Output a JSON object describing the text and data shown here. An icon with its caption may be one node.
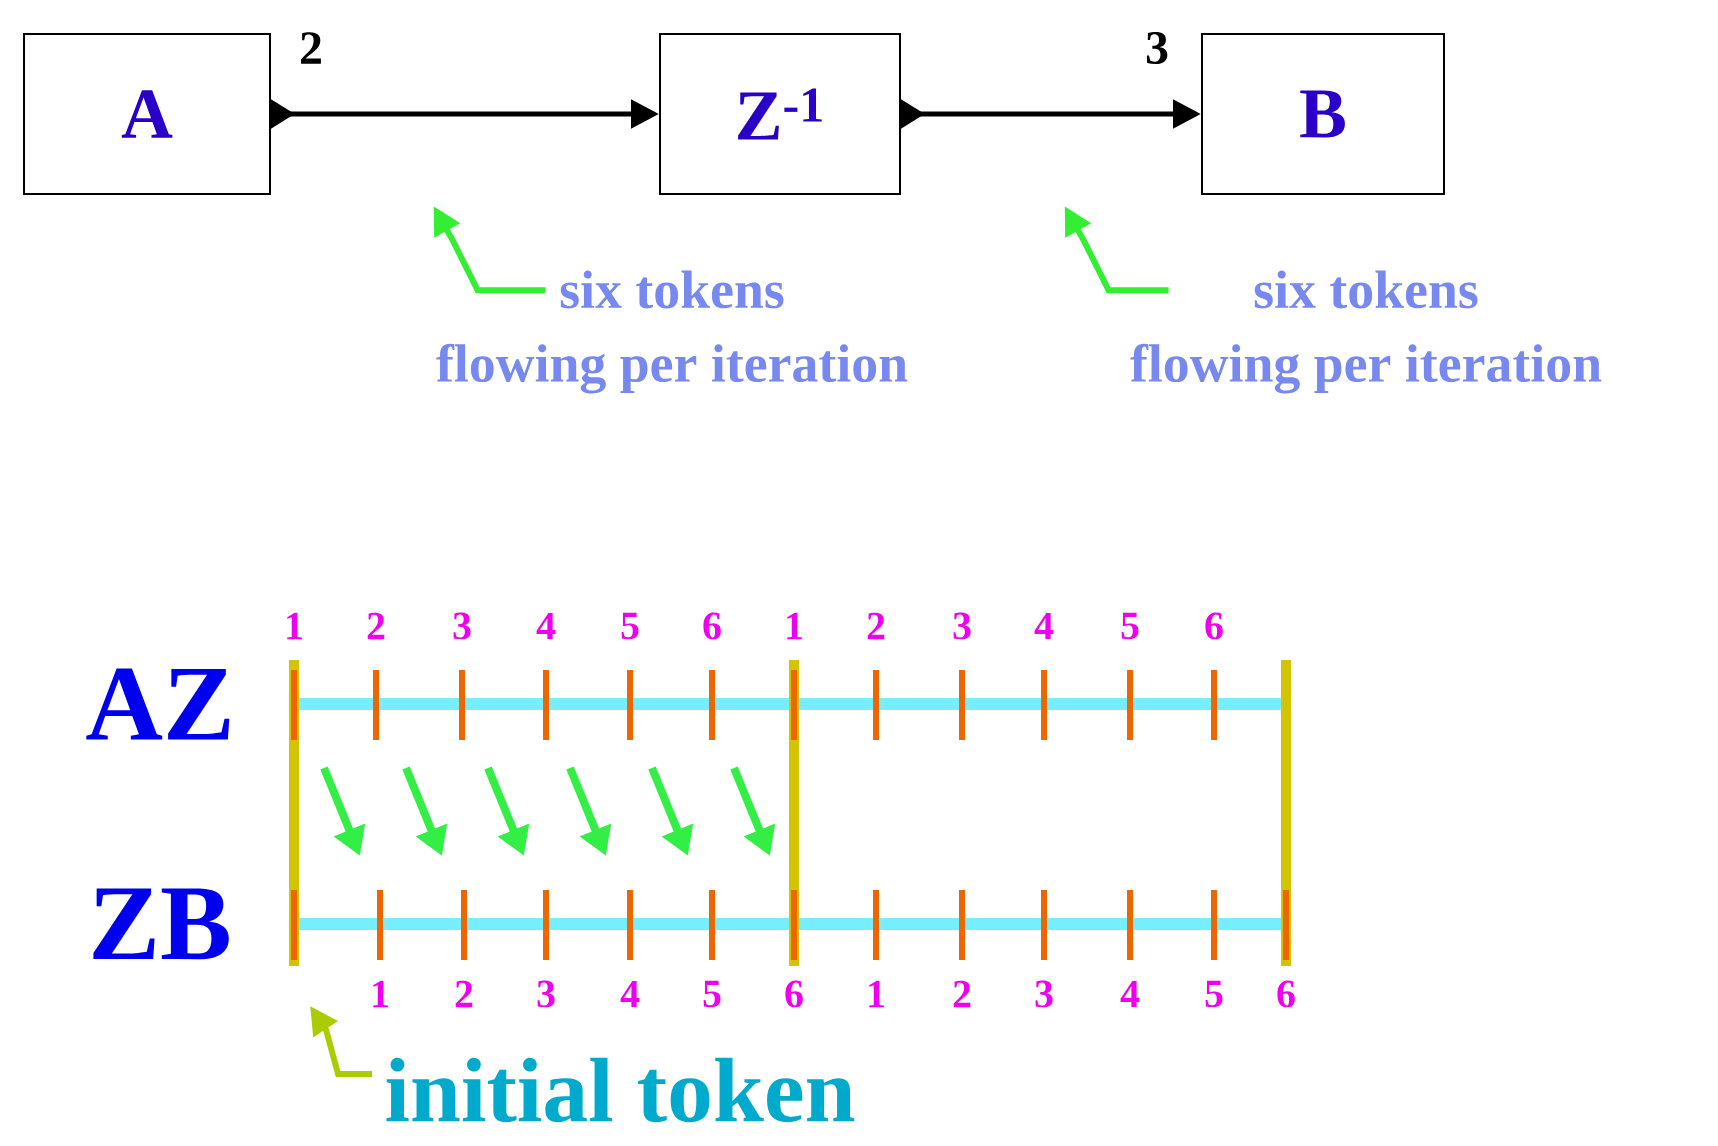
{
  "diagram": {
    "nodes": [
      {
        "text": [
          "A"
        ]
      },
      {
        "text": [
          "Z$^{-1}$"
        ]
      },
      {
        "text": [
          "B"
        ]
      },
      {
        "text": [
          "six tokens flowing per iteration"
        ]
      },
      {
        "text": [
          "six tokens flowing per iteration"
        ]
      },
      {
        "text": [
          "initial token"
        ]
      }
    ],
    "edges": [
      {
        "from": 0,
        "to": 1,
        "arrow": "to",
        "label": "2"
      },
      {
        "from": 1,
        "to": 2,
        "arrow": "to",
        "label": "3"
      },
      {
        "from": 3,
        "to": null,
        "arrow": "to",
        "color": "#33ee33"
      },
      {
        "from": 4,
        "to": null,
        "arrow": "to",
        "color": "#33ee33"
      },
      {
        "from": 5,
        "to": null,
        "arrow": "to",
        "color": "#aacc00"
      }
    ],
    "labels": [
      "1",
      "2",
      "3",
      "4",
      "5",
      "6",
      "1",
      "2",
      "3",
      "4",
      "5",
      "6",
      "AZ",
      "ZB",
      "1",
      "2",
      "3",
      "4",
      "5",
      "6",
      "1",
      "2",
      "3",
      "4",
      "5",
      "6"
    ]
  }
}
